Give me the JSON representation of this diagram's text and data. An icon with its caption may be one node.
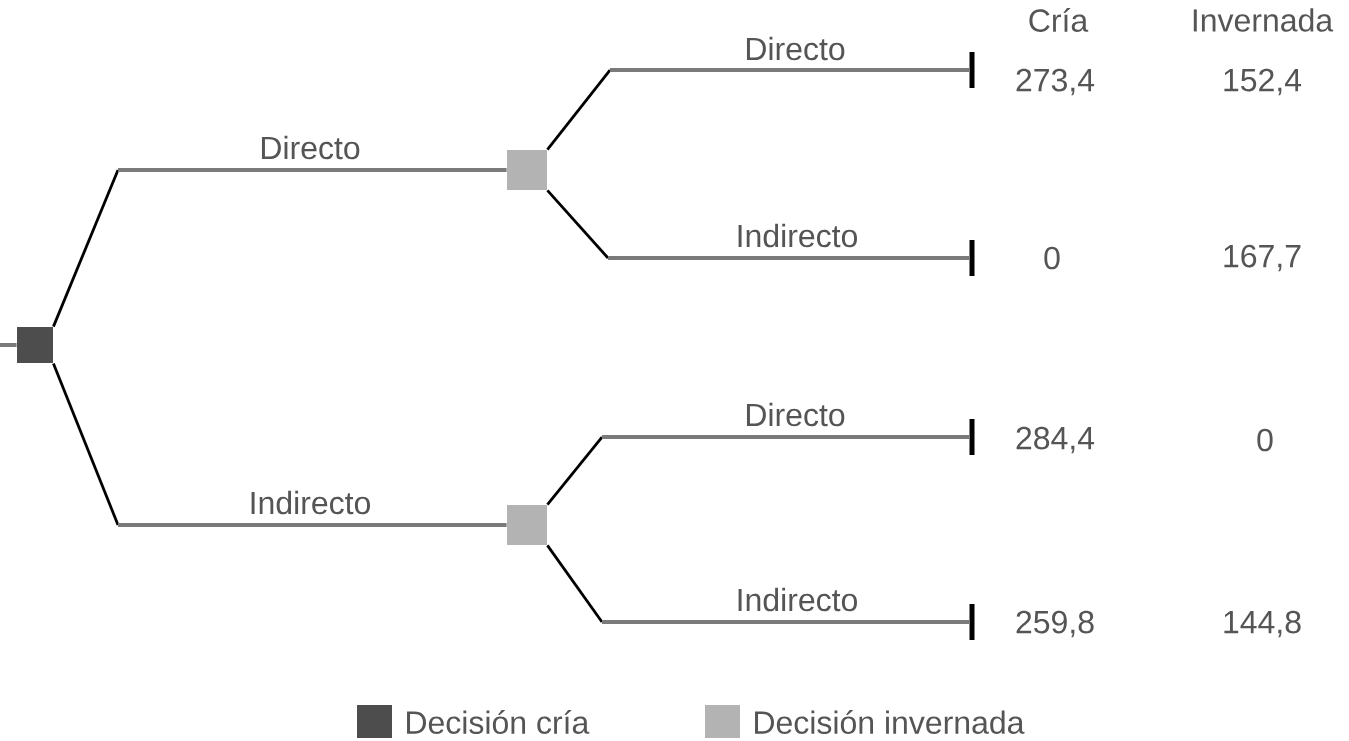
{
  "diagram": {
    "nodes": [
      {
        "text": [],
        "shape": "box"
      },
      {
        "text": [],
        "shape": "box"
      },
      {
        "text": [],
        "shape": "box"
      },
      {
        "text": [],
        "shape": "bar"
      },
      {
        "text": [],
        "shape": "bar"
      },
      {
        "text": [],
        "shape": "bar"
      },
      {
        "text": [],
        "shape": "bar"
      }
    ],
    "edges": [
      {
        "from": null,
        "to": 0,
        "arrow": "none"
      },
      {
        "from": 0,
        "to": 1,
        "arrow": "none",
        "label": "Directo"
      },
      {
        "from": 0,
        "to": 2,
        "arrow": "none",
        "label": "Indirecto"
      },
      {
        "from": 1,
        "to": 3,
        "arrow": "none",
        "label": "Directo"
      },
      {
        "from": 1,
        "to": 4,
        "arrow": "none",
        "label": "Indirecto"
      },
      {
        "from": 2,
        "to": 5,
        "arrow": "none",
        "label": "Directo"
      },
      {
        "from": 2,
        "to": 6,
        "arrow": "none",
        "label": "Indirecto"
      }
    ],
    "labels": [
      "Cría",
      "Invernada",
      "273,4",
      "152,4",
      "0",
      "167,7",
      "284,4",
      "0",
      "259,8",
      "144,8"
    ],
    "legend": [
      {
        "text": "Decisión cría",
        "color": "#4d4d4d"
      },
      {
        "text": "Decisión invernada",
        "color": "#b3b3b3"
      }
    ]
  }
}
